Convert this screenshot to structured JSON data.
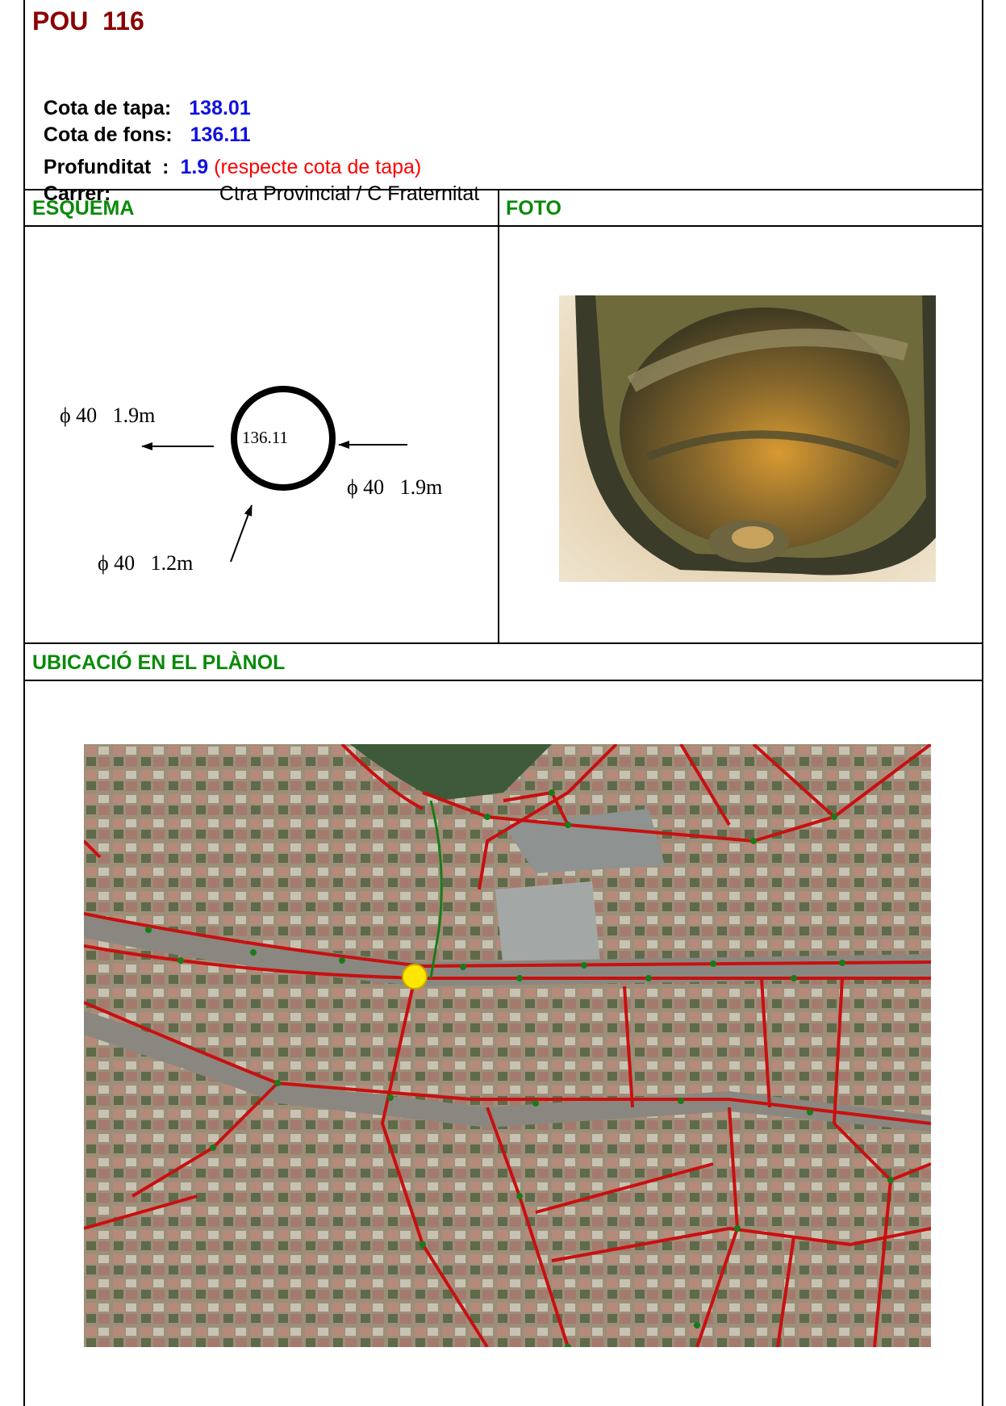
{
  "title": "POU  116",
  "info": {
    "cota_tapa_label": "Cota de tapa:",
    "cota_tapa_value": "138.01",
    "cota_fons_label": "Cota de fons:",
    "cota_fons_value": "136.11",
    "profunditat_label": "Profunditat  :",
    "profunditat_value": "1.9",
    "profunditat_note": "(respecte cota de tapa)",
    "carrer_label": "Carrer:",
    "carrer_value": "Ctra Provincial / C Fraternitat"
  },
  "sections": {
    "esquema": "ESQUEMA",
    "foto": "FOTO",
    "ubicacio": "UBICACIÓ EN EL PLÀNOL"
  },
  "schema": {
    "center_label": "136.11",
    "pipe_left": "ϕ 40   1.9m",
    "pipe_right": "ϕ 40   1.9m",
    "pipe_bottom": "ϕ 40   1.2m"
  },
  "colors": {
    "title": "#8b0000",
    "values": "#1010e0",
    "note": "#ff0000",
    "section_headers": "#0a8a0a",
    "map_network": "#c81010",
    "map_marker": "#ffe600"
  }
}
